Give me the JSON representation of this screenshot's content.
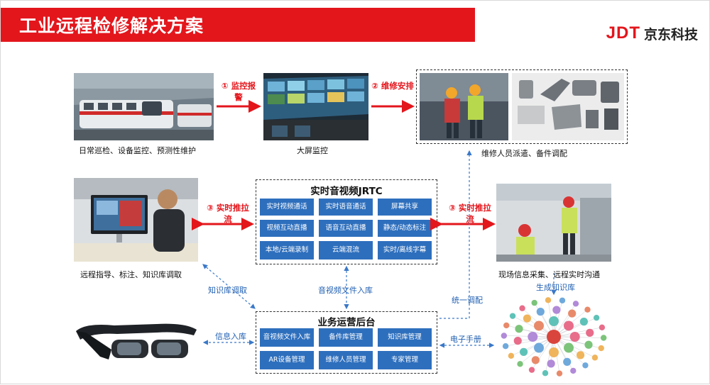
{
  "header": {
    "title": "工业远程检修解决方案"
  },
  "logo": {
    "brand": "JDT",
    "name": "京东科技"
  },
  "flow_top": {
    "step1": {
      "caption": "日常巡检、设备监控、预测性维护"
    },
    "arrow1": "① 监控报警",
    "step2": {
      "caption": "大屏监控"
    },
    "arrow2": "② 维修安排",
    "step3": {
      "caption": "维修人员派遣、备件调配"
    }
  },
  "left_expert": {
    "caption": "远程指导、标注、知识库调取"
  },
  "right_field": {
    "caption": "现场信息采集、远程实时沟通"
  },
  "arrow_left": "③ 实时推拉流",
  "arrow_right": "③ 实时推拉流",
  "rtc_panel": {
    "title": "实时音视频JRTC",
    "cells": [
      "实时视频通话",
      "实时语音通话",
      "屏幕共享",
      "视频互动直播",
      "语音互动直播",
      "静态/动态标注",
      "本地/云端录制",
      "云端混流",
      "实时/离线字幕"
    ]
  },
  "ops_panel": {
    "title": "业务运营后台",
    "cells": [
      "音视频文件入库",
      "备件库管理",
      "知识库管理",
      "AR设备管理",
      "维修人员管理",
      "专家管理"
    ]
  },
  "links": {
    "knowledge_fetch": "知识库调取",
    "av_file_ingest": "音视频文件入库",
    "unified_dispatch": "统一调配",
    "generate_kb": "生成知识库",
    "info_ingest": "信息入库",
    "e_manual": "电子手册"
  },
  "colors": {
    "brand_red": "#e3161c",
    "cell_blue": "#2e6fbd",
    "link_blue": "#1f5fb2"
  }
}
